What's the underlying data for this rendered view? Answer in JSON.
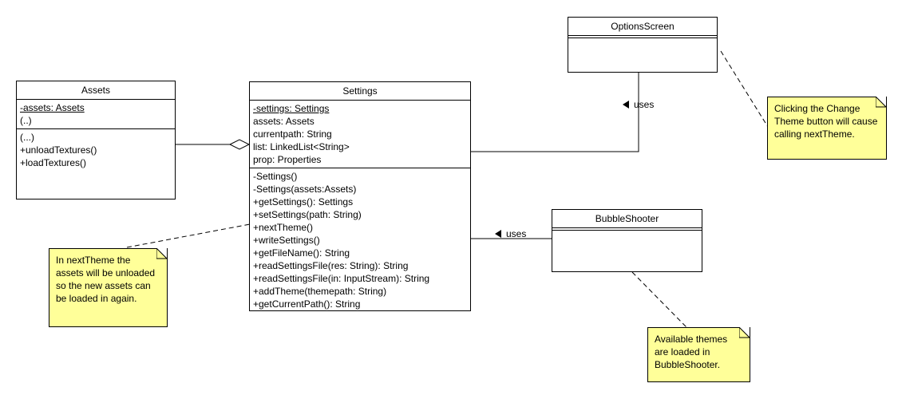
{
  "classes": {
    "assets": {
      "name": "Assets",
      "attributes": [
        "-assets: Assets",
        "(..)"
      ],
      "operations": [
        "(...)",
        "+unloadTextures()",
        "+loadTextures()"
      ]
    },
    "settings": {
      "name": "Settings",
      "attributes": [
        "-settings: Settings",
        "assets: Assets",
        "currentpath: String",
        "list: LinkedList<String>",
        "prop: Properties"
      ],
      "operations": [
        "-Settings()",
        "-Settings(assets:Assets)",
        "+getSettings(): Settings",
        "+setSettings(path: String)",
        "+nextTheme()",
        "+writeSettings()",
        "+getFileName(): String",
        "+readSettingsFile(res: String): String",
        "+readSettingsFile(in: InputStream): String",
        "+addTheme(themepath: String)",
        "+getCurrentPath(): String"
      ]
    },
    "options_screen": {
      "name": "OptionsScreen"
    },
    "bubble_shooter": {
      "name": "BubbleShooter"
    }
  },
  "associations": {
    "uses_options": "uses",
    "uses_bubble": "uses"
  },
  "notes": {
    "next_theme": "In nextTheme the assets will be unloaded so the new assets can be loaded in again.",
    "change_theme": "Clicking the Change Theme button will cause calling nextTheme.",
    "available_themes": "Available themes are loaded in BubbleShooter."
  },
  "colors": {
    "note_fill": "#ffff99",
    "line": "#000000"
  }
}
